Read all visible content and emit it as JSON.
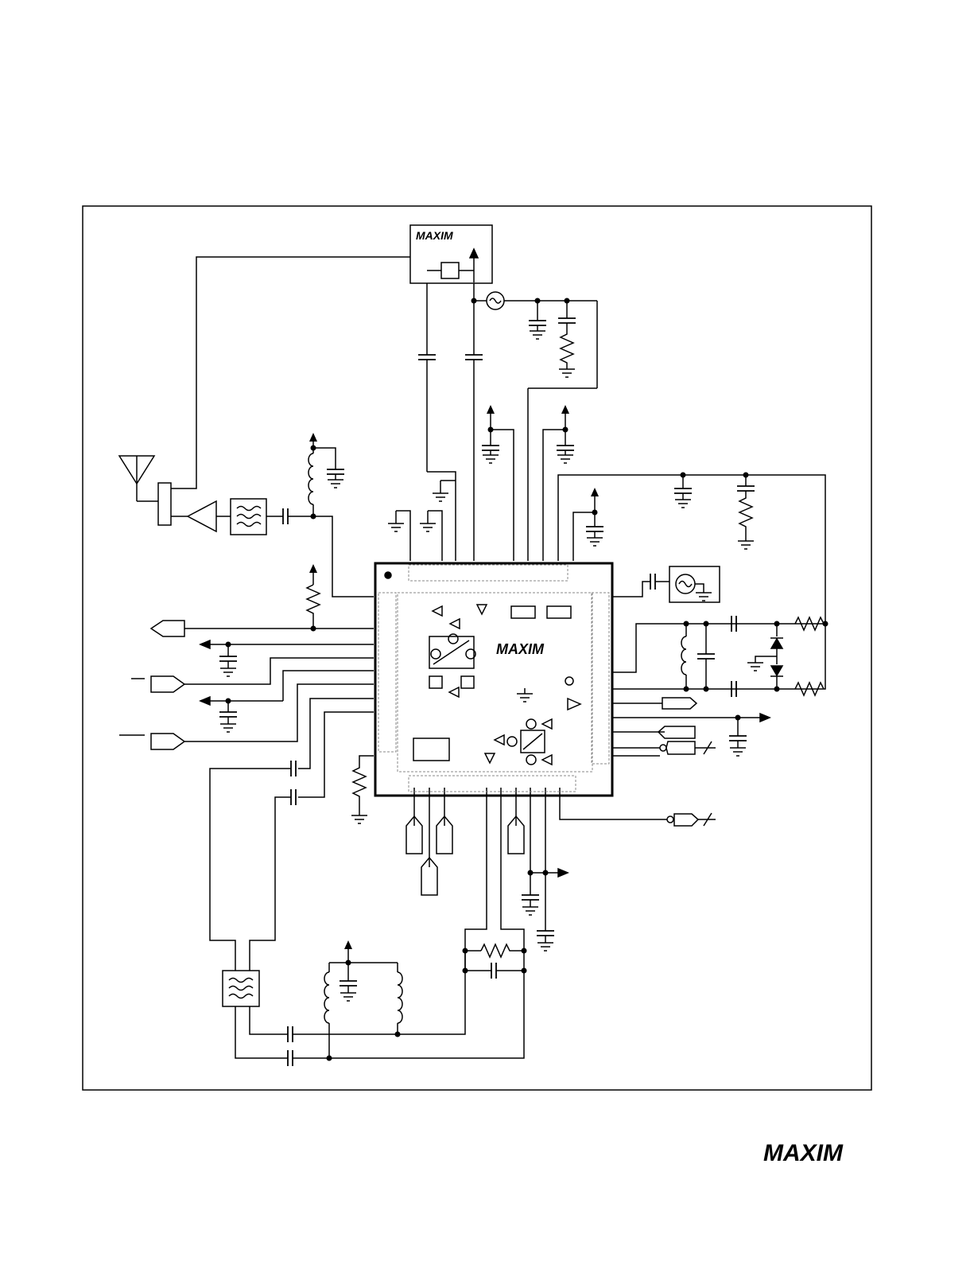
{
  "diagram": {
    "type": "circuit-schematic",
    "brand_logo_text": "MAXIM",
    "components": [
      "antenna",
      "duplexer",
      "lna",
      "rf-bandpass-filter",
      "if-saw-filter",
      "main-rf-ic",
      "pll-ic",
      "vco",
      "reference-oscillator",
      "varactor-tank",
      "capacitors",
      "resistors",
      "inductors",
      "grounds"
    ],
    "colors": {
      "ink": "#000000",
      "dashed": "#888888",
      "paper": "#ffffff"
    }
  },
  "footer": {
    "logo_text": "MAXIM"
  }
}
